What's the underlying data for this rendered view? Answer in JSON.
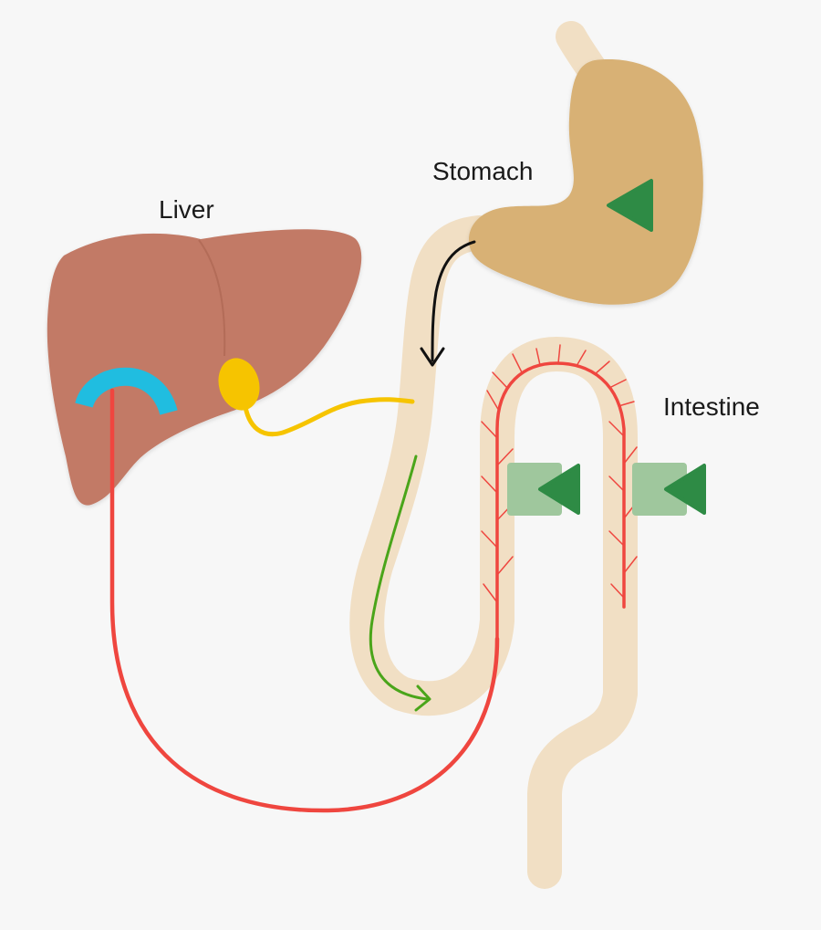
{
  "labels": {
    "liver": "Liver",
    "stomach": "Stomach",
    "intestine": "Intestine"
  },
  "colors": {
    "background": "#f7f7f7",
    "liver": "#c27a66",
    "stomach": "#d8b174",
    "intestine": "#f1dfc4",
    "gallbladder": "#f6c400",
    "bile_duct": "#f6c400",
    "blood_vessel": "#ef463f",
    "recycle_arc": "#20bde0",
    "absorption_arrow": "#4aa51a",
    "food_arrow": "#111111",
    "marker_dark": "#2e8b45",
    "marker_light": "#9fc79d"
  },
  "icons": {
    "stomach_marker": "play-left-icon",
    "intestine_markers": [
      "play-left-icon",
      "play-left-icon"
    ]
  }
}
